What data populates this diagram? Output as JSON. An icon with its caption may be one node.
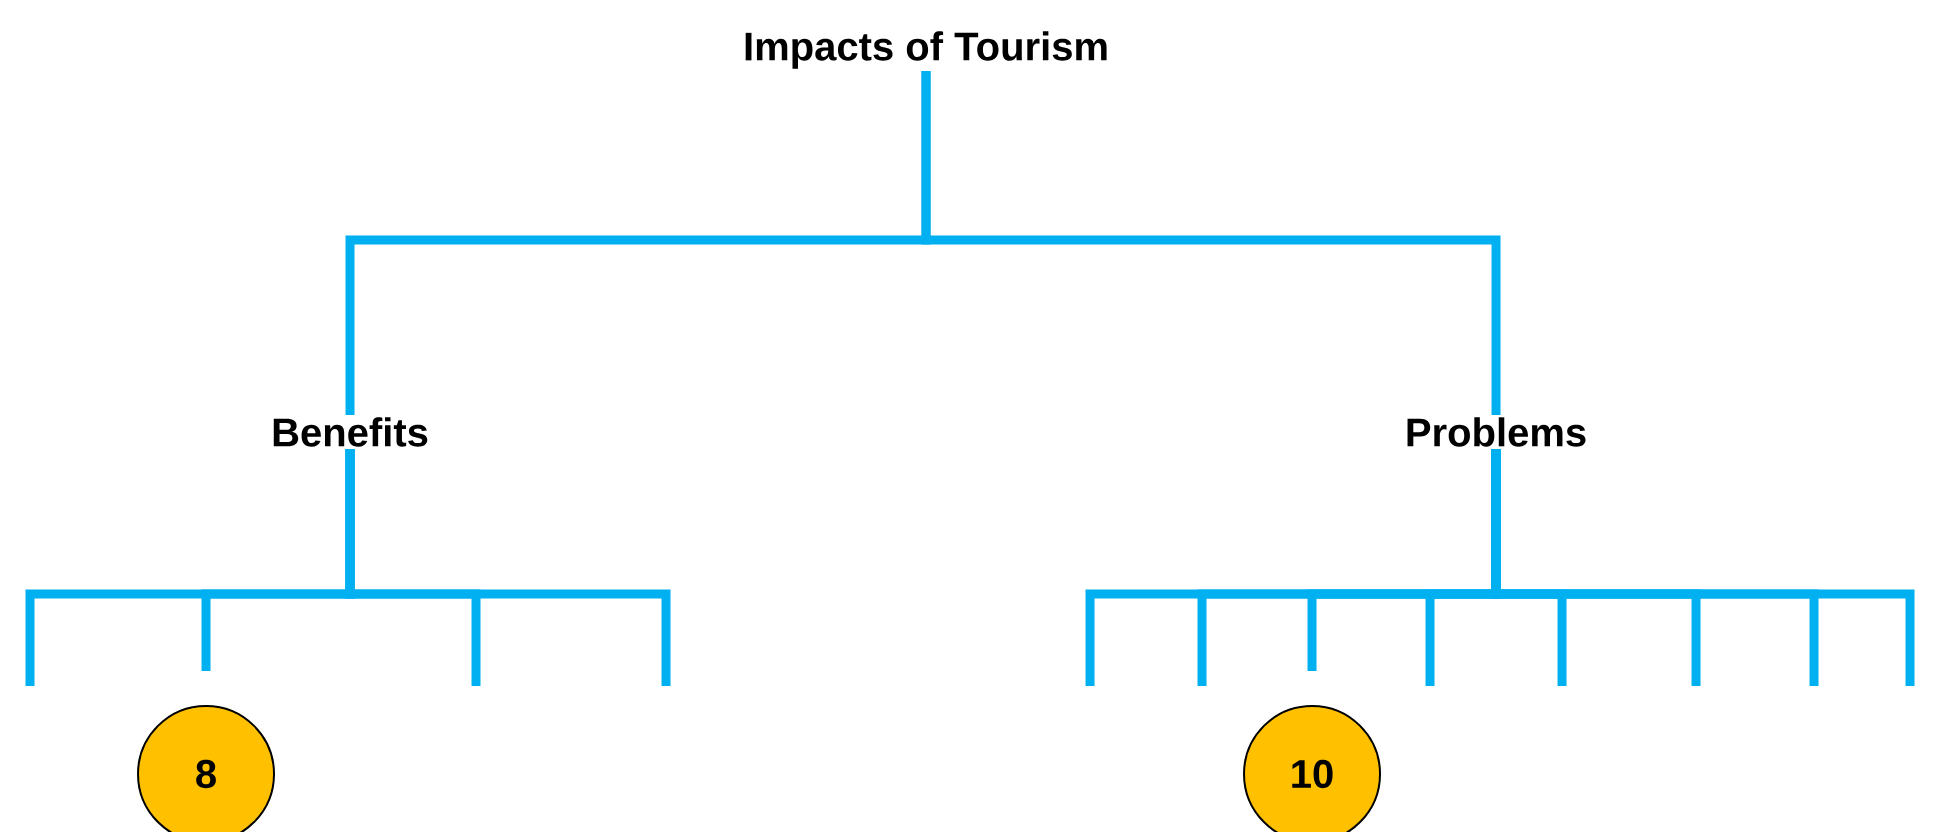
{
  "diagram": {
    "nodes": [
      {
        "text": [
          "Impacts of Tourism"
        ]
      },
      {
        "text": [
          "Benefits"
        ]
      },
      {
        "text": [
          "Problems"
        ]
      },
      {
        "text": [
          "8"
        ]
      },
      {
        "text": [
          "10"
        ]
      }
    ],
    "edges": [
      {
        "from": 0,
        "to": 1,
        "arrow": "none"
      },
      {
        "from": 0,
        "to": 2,
        "arrow": "none"
      },
      {
        "from": 1,
        "to": null,
        "arrow": "none"
      },
      {
        "from": 1,
        "to": 3,
        "arrow": "none"
      },
      {
        "from": 1,
        "to": null,
        "arrow": "none"
      },
      {
        "from": 1,
        "to": null,
        "arrow": "none"
      },
      {
        "from": 2,
        "to": null,
        "arrow": "none"
      },
      {
        "from": 2,
        "to": null,
        "arrow": "none"
      },
      {
        "from": 2,
        "to": 4,
        "arrow": "none"
      },
      {
        "from": 2,
        "to": null,
        "arrow": "none"
      },
      {
        "from": 2,
        "to": null,
        "arrow": "none"
      },
      {
        "from": 2,
        "to": null,
        "arrow": "none"
      },
      {
        "from": 2,
        "to": null,
        "arrow": "none"
      },
      {
        "from": 2,
        "to": null,
        "arrow": "none"
      }
    ]
  }
}
